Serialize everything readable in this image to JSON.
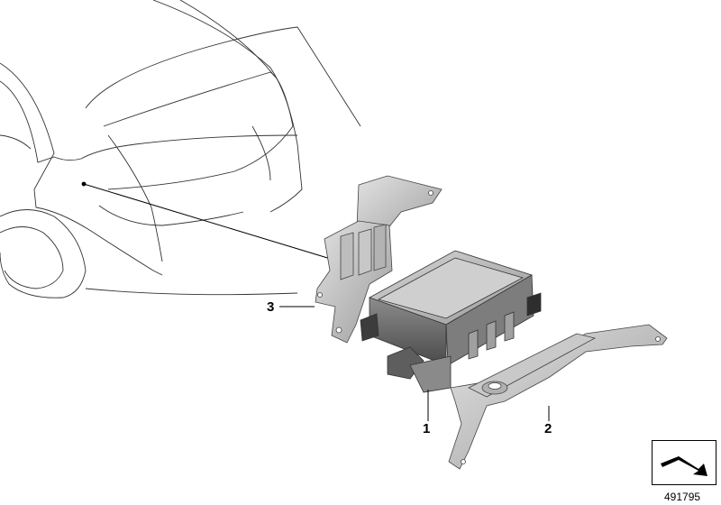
{
  "callouts": {
    "part_1": "1",
    "part_2": "2",
    "part_3": "3"
  },
  "diagram_number": "491795",
  "icons": {
    "navigation": "direction-arrow-icon"
  },
  "colors": {
    "line": "#000000",
    "metal_light": "#d9d9d9",
    "metal_mid": "#a8a8a8",
    "metal_dark": "#5a5a5a",
    "background": "#ffffff"
  }
}
